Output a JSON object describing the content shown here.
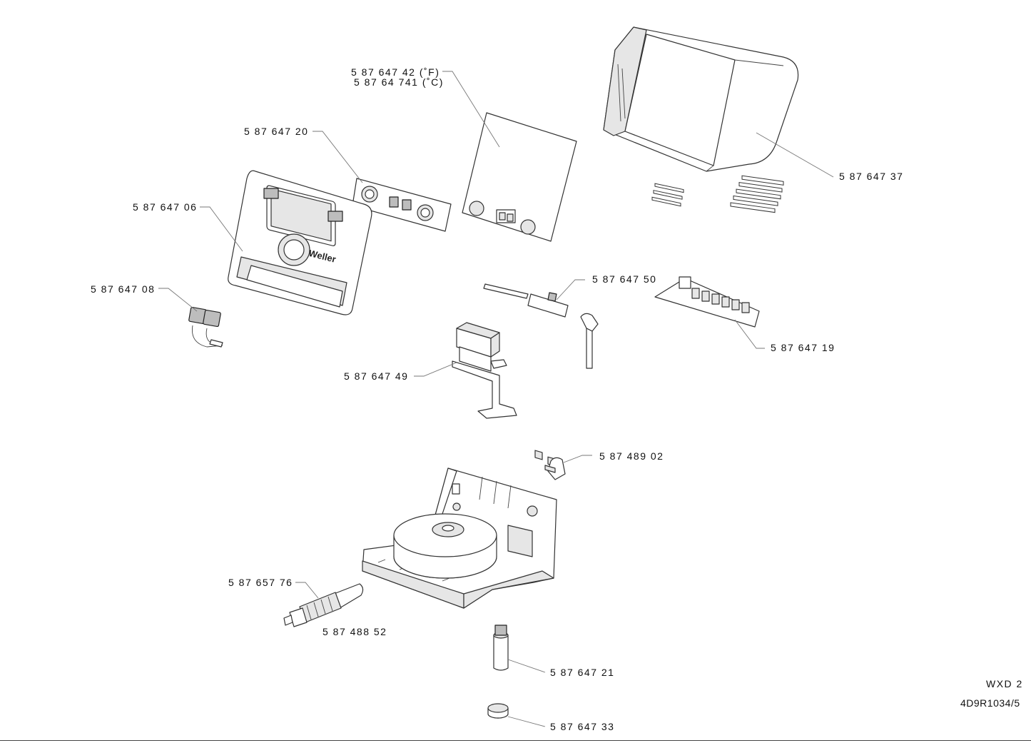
{
  "parts": {
    "label_42_f": "5  87  647  42  (˚F)",
    "label_741_c": "5  87  64  741  (˚C)",
    "label_20": "5  87  647  20",
    "label_06": "5  87  647  06",
    "label_08": "5  87  647  08",
    "label_37": "5  87  647  37",
    "label_50": "5  87  647  50",
    "label_19": "5  87  647  19",
    "label_49": "5  87  647  49",
    "label_02": "5  87  489  02",
    "label_76": "5  87  657  76",
    "label_52": "5  87  488  52",
    "label_21": "5  87  647  21",
    "label_33": "5  87  647  33"
  },
  "front_panel": {
    "brand": "Weller"
  },
  "title_block": {
    "model": "WXD  2",
    "drawing_no": "4D9R1034/5"
  }
}
